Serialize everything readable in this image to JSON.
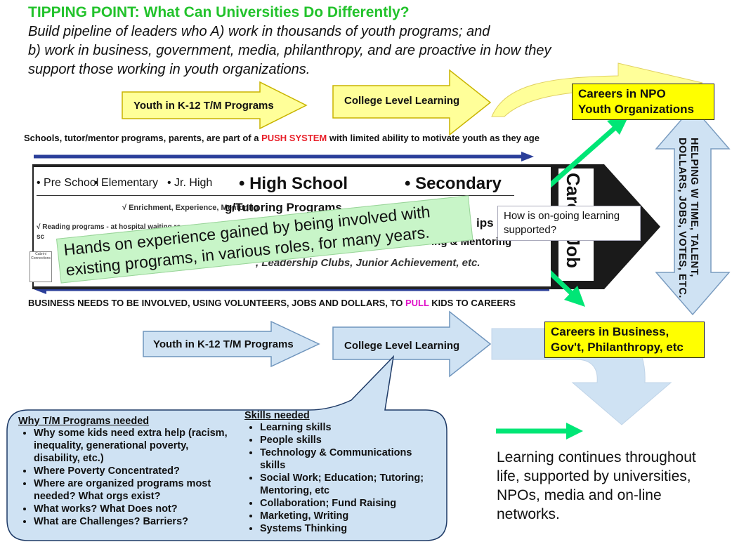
{
  "header": {
    "title": "TIPPING POINT: What Can Universities Do Differently?",
    "line1": "Build pipeline of leaders who A) work in thousands of youth programs; and",
    "line2": "b) work in business, government, media, philanthropy, and are proactive in how they",
    "line3": "support those working in youth organizations."
  },
  "top_flow": {
    "youth_label": "Youth in K-12 T/M Programs",
    "college_label": "College Level Learning",
    "careers_npo_line1": "Careers in NPO",
    "careers_npo_line2": "Youth Organizations"
  },
  "push_banner": {
    "before": "Schools, tutor/mentor programs, parents, are part of a ",
    "highlight": "PUSH SYSTEM",
    "after": " with limited ability to motivate youth as they age"
  },
  "school_diagram": {
    "stages": [
      "• Pre School",
      "• Elementary",
      "• Jr. High",
      "• High School",
      "• Secondary"
    ],
    "enrichment": "√ Enrichment, Experience, Mentoring",
    "tutoring": "g/Tutoring Programs",
    "reading": "√ Reading programs - at hospital waiting ro",
    "reading2": "sc",
    "ips": "ips",
    "mentoring": "ing & Mentoring",
    "leadership": ", Leadership Clubs, Junior Achievement, etc.",
    "career_job": "Career/Job",
    "logo_text": "Cabrini Connections"
  },
  "callouts": {
    "green": "Hands on experience gained by being involved with existing programs, in various roles, for many years.",
    "ongoing": "How is on-going learning supported?"
  },
  "vertical_arrow_text": "HELPING W TIME, TALENT, DOLLARS, JOBS, VOTES, ETC.",
  "pull_banner": {
    "before": "BUSINESS NEEDS TO BE INVOLVED, USING VOLUNTEERS, JOBS AND DOLLARS, TO ",
    "highlight": "PULL",
    "after": " KIDS TO CAREERS"
  },
  "bottom_flow": {
    "youth_label": "Youth in K-12 T/M Programs",
    "college_label": "College Level Learning",
    "careers_business_line1": "Careers in Business,",
    "careers_business_line2": "Gov't, Philanthropy, etc"
  },
  "why_programs": {
    "heading": "Why T/M Programs needed",
    "items": [
      "Why some kids need extra help (racism, inequality, generational poverty, disability, etc.)",
      "Where Poverty Concentrated?",
      "Where are organized programs most needed? What orgs exist?",
      "What works? What Does not?",
      "What are Challenges? Barriers?"
    ]
  },
  "skills": {
    "heading": "Skills needed",
    "items": [
      "Learning skills",
      "People skills",
      "Technology & Communications skills",
      "Social Work; Education; Tutoring; Mentoring, etc",
      "Collaboration; Fund Raising",
      "Marketing, Writing",
      "Systems Thinking"
    ]
  },
  "legend": {
    "text": "Learning continues throughout life, supported by universities, NPOs, media and on-line networks."
  },
  "colors": {
    "title_green": "#22c22b",
    "arrow_yellow": "#ffff99",
    "arrow_blue": "#cfe2f3",
    "box_yellow": "#ffff00",
    "bright_green": "#00e676",
    "push_red": "#e8202a",
    "pull_magenta": "#e010c8",
    "navy": "#2b3f9a"
  }
}
